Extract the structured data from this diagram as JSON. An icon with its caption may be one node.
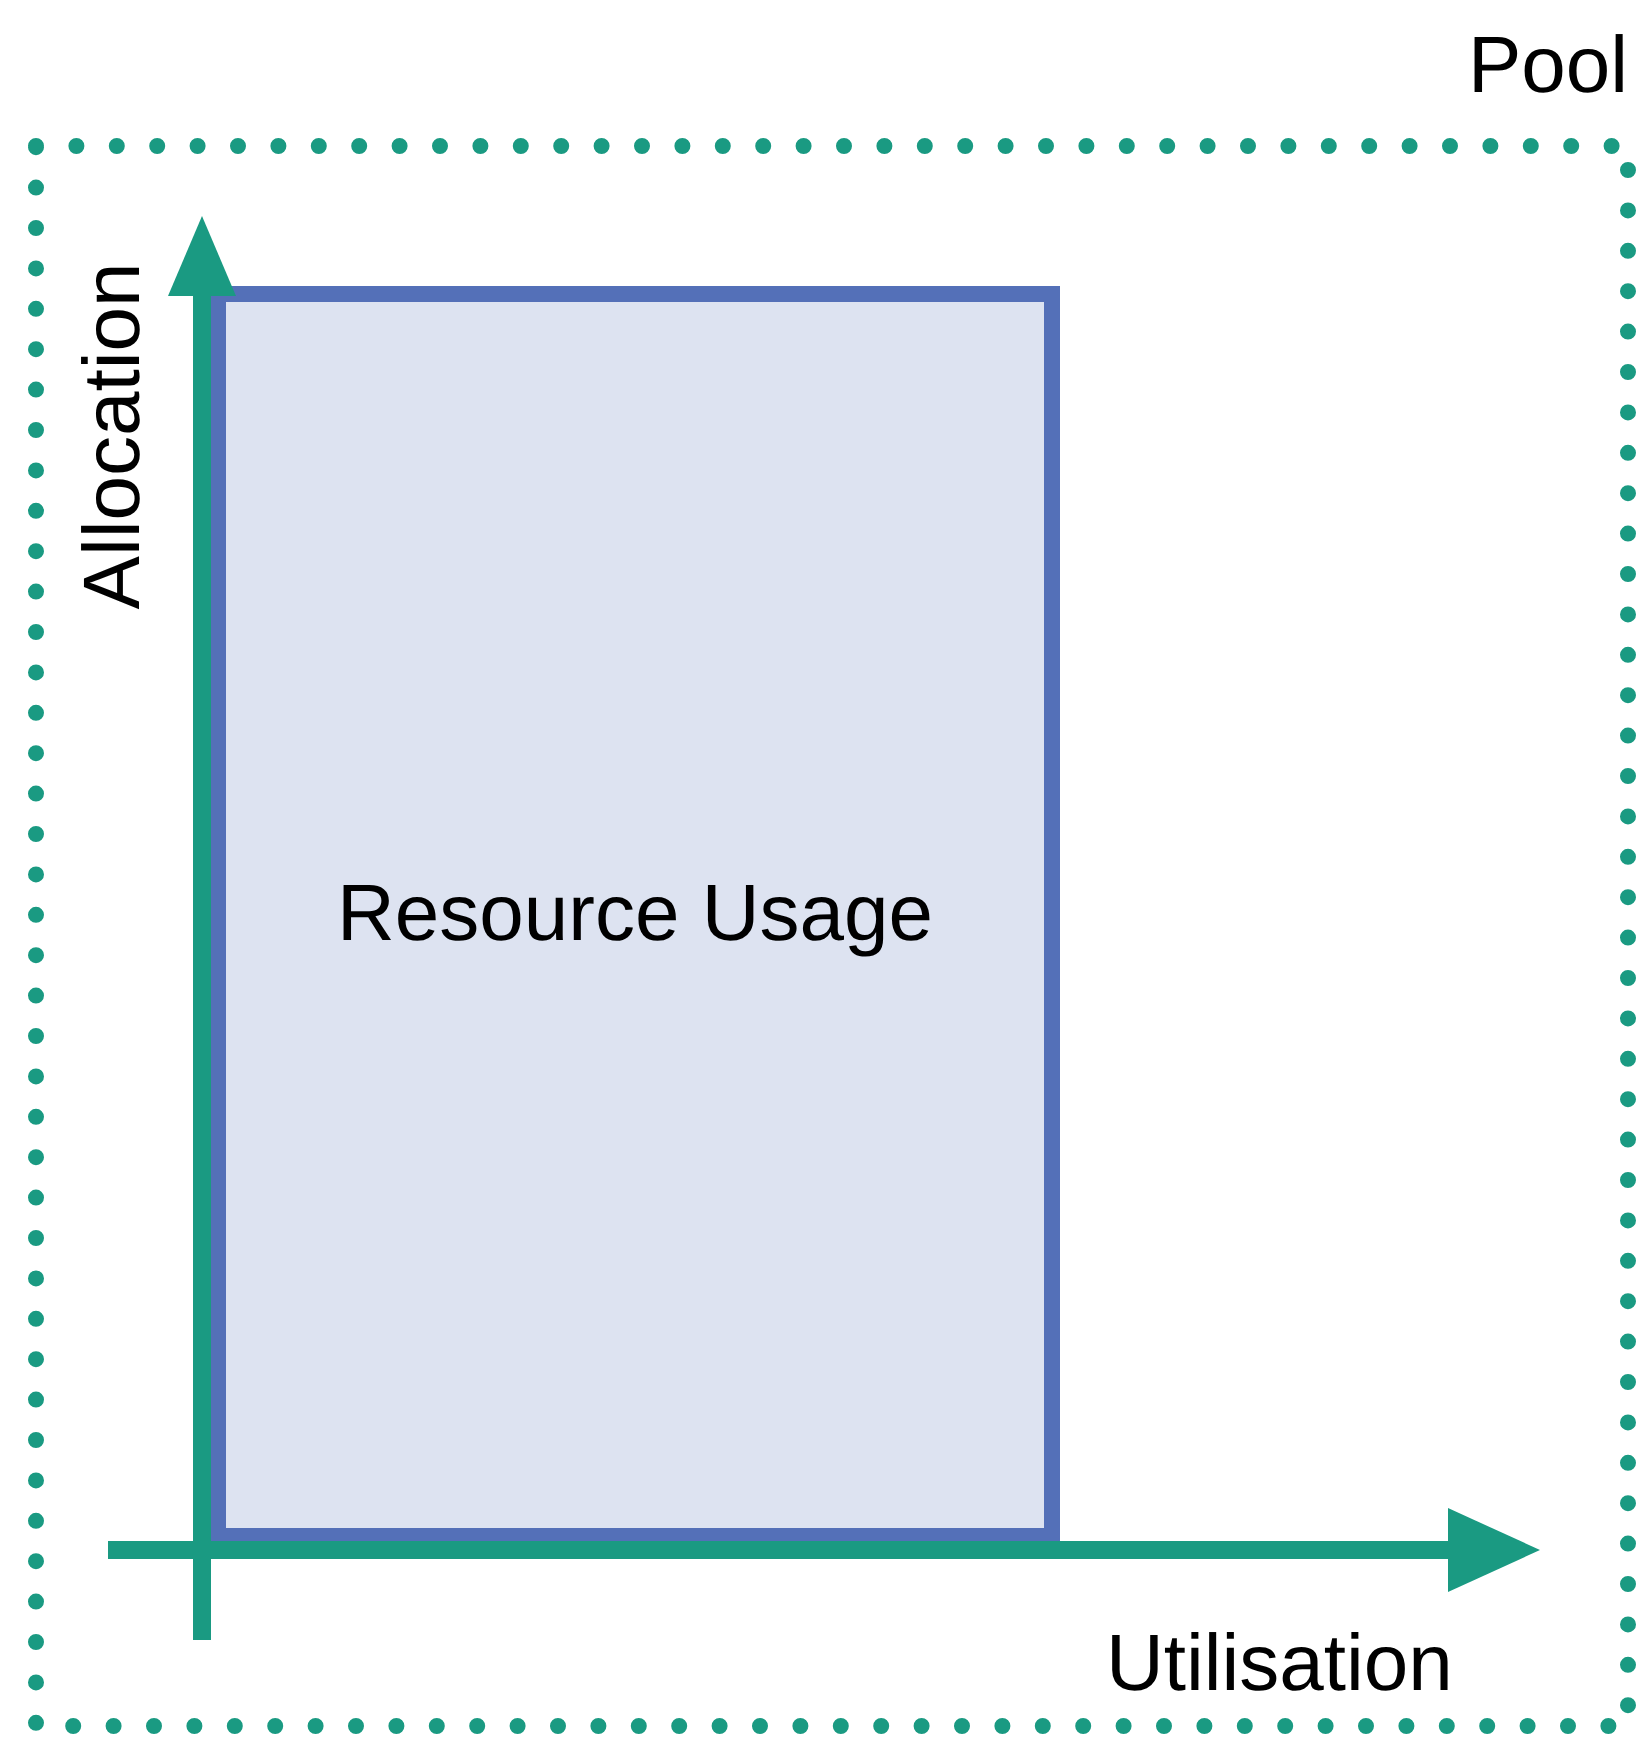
{
  "diagram": {
    "nodes": [
      {
        "text": [
          "Pool"
        ]
      },
      {
        "text": [
          "Resource Usage"
        ],
        "in": 0
      }
    ],
    "labels": [
      "Allocation",
      "Utilisation"
    ]
  }
}
